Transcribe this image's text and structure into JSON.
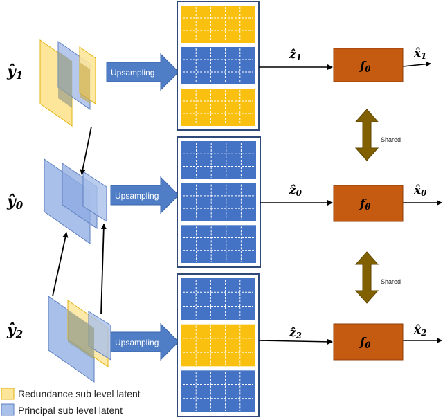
{
  "colors": {
    "redundance": "#f9c00f",
    "principal": "#4472c4",
    "principal_light": "#a9c0ea",
    "redundance_light": "#fde59a",
    "overlap": "#9aa08a",
    "arrow_blue": "#4f7ec6",
    "decoder": "#c55a11",
    "shared_arrow": "#806000",
    "box_border": "#2f4a78"
  },
  "rows": [
    {
      "latent": "ŷ",
      "latent_sub": "1",
      "upsample_label": "Upsampling",
      "z": "ẑ",
      "z_sub": "1",
      "decoder": "f",
      "decoder_sub": "θ",
      "x": "x̂",
      "x_sub": "1",
      "bands": [
        "redundance",
        "principal",
        "redundance"
      ]
    },
    {
      "latent": "ŷ",
      "latent_sub": "0",
      "upsample_label": "Upsampling",
      "z": "ẑ",
      "z_sub": "0",
      "decoder": "f",
      "decoder_sub": "θ",
      "x": "x̂",
      "x_sub": "0",
      "bands": [
        "principal",
        "principal",
        "principal"
      ]
    },
    {
      "latent": "ŷ",
      "latent_sub": "2",
      "upsample_label": "Upsampling",
      "z": "ẑ",
      "z_sub": "2",
      "decoder": "f",
      "decoder_sub": "θ",
      "x": "x̂",
      "x_sub": "2",
      "bands": [
        "principal",
        "redundance",
        "principal"
      ]
    }
  ],
  "shared_labels": [
    "Shared",
    "Shared"
  ],
  "legend": {
    "redundance": "Redundance sub level latent",
    "principal": "Principal sub level latent"
  }
}
